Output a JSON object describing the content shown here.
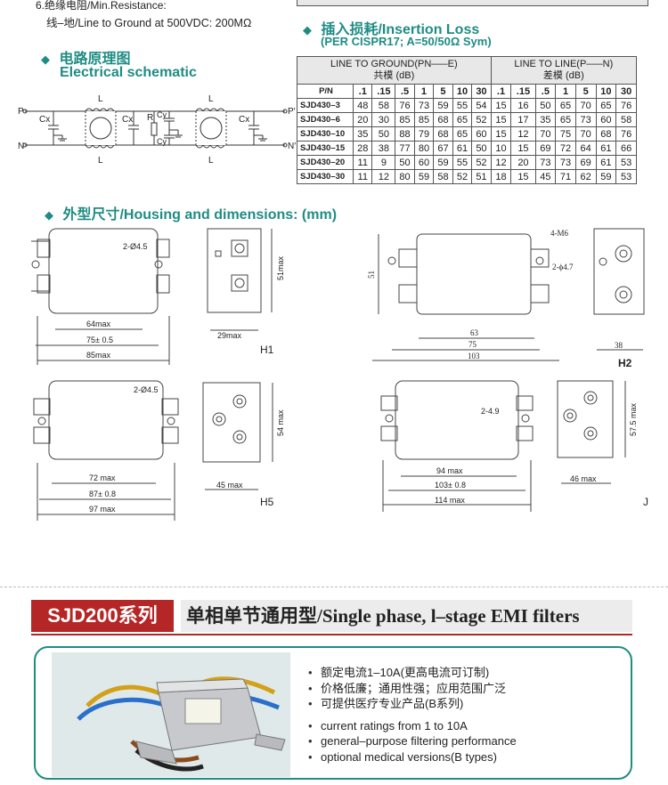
{
  "top": {
    "resistance_label": "6.绝缘电阻/Min.Resistance:",
    "resistance_value": "线–地/Line to Ground at 500VDC: 200MΩ"
  },
  "schematic": {
    "title_cn": "电路原理图",
    "title_en": "Electrical schematic",
    "labels": {
      "P": "P",
      "N": "N",
      "P2": "P′",
      "N2": "N′",
      "L": "L",
      "Cx": "Cx",
      "Cy": "Cy",
      "R": "R"
    }
  },
  "insertion_loss": {
    "title": "插入损耗/Insertion Loss",
    "subtitle": "(PER CISPR17; A=50/50Ω Sym)",
    "group1": "LINE TO GROUND(PN–––E)",
    "group1_cn": "共模 (dB)",
    "group2": "LINE TO LINE(P–––N)",
    "group2_cn": "差模 (dB)",
    "pn_header": "P/N",
    "freqs": [
      ".1",
      ".15",
      ".5",
      "1",
      "5",
      "10",
      "30"
    ],
    "rows": [
      {
        "pn": "SJD430–3",
        "lg": [
          "48",
          "58",
          "76",
          "73",
          "59",
          "55",
          "54"
        ],
        "ll": [
          "15",
          "16",
          "50",
          "65",
          "70",
          "65",
          "76"
        ]
      },
      {
        "pn": "SJD430–6",
        "lg": [
          "20",
          "30",
          "85",
          "85",
          "68",
          "65",
          "52"
        ],
        "ll": [
          "15",
          "17",
          "35",
          "65",
          "73",
          "60",
          "58"
        ]
      },
      {
        "pn": "SJD430–10",
        "lg": [
          "35",
          "50",
          "88",
          "79",
          "68",
          "65",
          "60"
        ],
        "ll": [
          "15",
          "12",
          "70",
          "75",
          "70",
          "68",
          "76"
        ]
      },
      {
        "pn": "SJD430–15",
        "lg": [
          "28",
          "38",
          "77",
          "80",
          "67",
          "61",
          "50"
        ],
        "ll": [
          "10",
          "15",
          "69",
          "72",
          "64",
          "61",
          "66"
        ]
      },
      {
        "pn": "SJD430–20",
        "lg": [
          "11",
          "9",
          "50",
          "60",
          "59",
          "55",
          "52"
        ],
        "ll": [
          "12",
          "20",
          "73",
          "73",
          "69",
          "61",
          "53"
        ]
      },
      {
        "pn": "SJD430–30",
        "lg": [
          "11",
          "12",
          "80",
          "59",
          "58",
          "52",
          "51"
        ],
        "ll": [
          "18",
          "15",
          "45",
          "71",
          "62",
          "59",
          "53"
        ]
      }
    ]
  },
  "housing": {
    "title": "外型尺寸/Housing and dimensions: (mm)",
    "H1": {
      "label": "H1",
      "hole": "2-Ø4.5",
      "d1": "64max",
      "d2": "75± 0.5",
      "d3": "85max",
      "side_w": "29max",
      "side_h": "51max"
    },
    "H2": {
      "label": "H2",
      "screw": "4-M6",
      "hole": "2-ϕ4.7",
      "d1": "63",
      "d2": "75",
      "d3": "103",
      "side_w": "38",
      "h": "51"
    },
    "H5": {
      "label": "H5",
      "hole": "2-Ø4.5",
      "d1": "72 max",
      "d2": "87± 0.8",
      "d3": "97 max",
      "side_w": "45 max",
      "side_h": "54 max"
    },
    "J": {
      "label": "J",
      "hole": "2-4.9",
      "d1": "94 max",
      "d2": "103± 0.8",
      "d3": "114 max",
      "side_w": "46 max",
      "side_h": "57.5 max"
    }
  },
  "series": {
    "name": "SJD200系列",
    "title": "单相单节通用型/Single phase, l–stage EMI filters",
    "bullets_cn": [
      "额定电流1–10A(更高电流可订制)",
      "价格低廉；通用性强；应用范围广泛",
      "可提供医疗专业产品(B系列)"
    ],
    "bullets_en": [
      "current ratings from 1 to 10A",
      "general–purpose filtering performance",
      "optional medical versions(B types)"
    ]
  }
}
